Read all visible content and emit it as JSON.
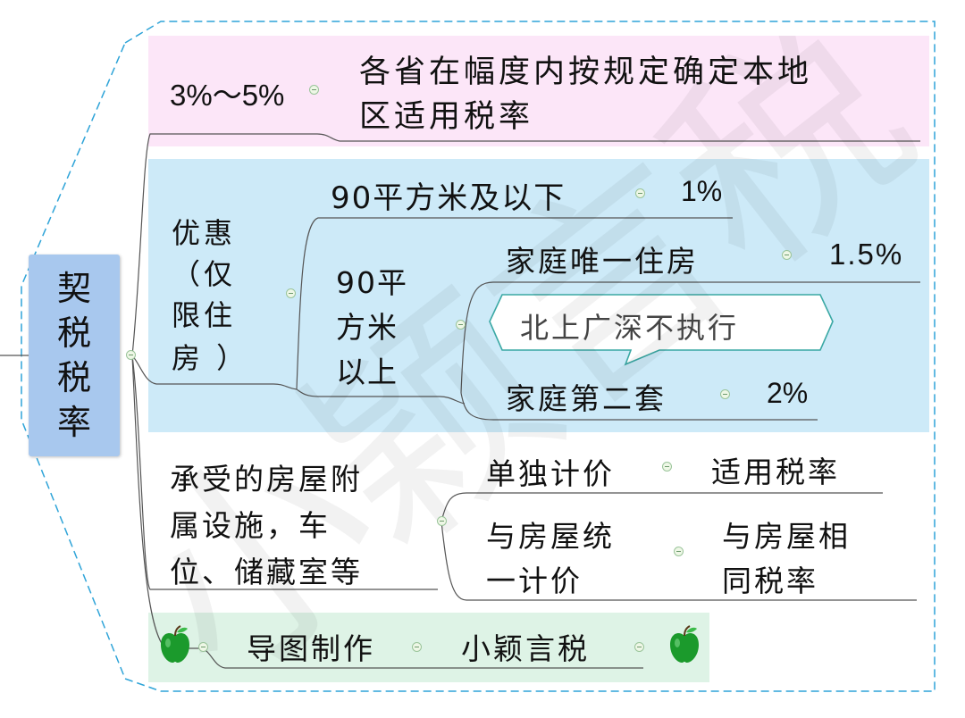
{
  "root": {
    "label_chars": [
      "契",
      "税",
      "税",
      "率"
    ]
  },
  "branches": {
    "rate_range": {
      "label": "3%～5%",
      "desc_line1": "各省在幅度内按规定确定本地",
      "desc_line2": "区适用税率"
    },
    "preferential": {
      "label_lines": [
        "优惠",
        "（仅",
        "限住",
        "房 ）"
      ],
      "under90": {
        "label": "90平方米及以下",
        "rate": "1%"
      },
      "over90": {
        "label_lines": [
          "90平",
          "方米",
          "以上"
        ],
        "only_house": {
          "label": "家庭唯一住房",
          "rate": "1.5%"
        },
        "note": "北上广深不执行",
        "second_house": {
          "label": "家庭第二套",
          "rate": "2%"
        }
      }
    },
    "attached": {
      "label_lines": [
        "承受的房屋附",
        "属设施，车",
        "位、储藏室等"
      ],
      "separate": {
        "label": "单独计价",
        "rate": "适用税率"
      },
      "unified": {
        "label_lines": [
          "与房屋统",
          "一计价"
        ],
        "rate_lines": [
          "与房屋相",
          "同税率"
        ]
      }
    },
    "credit": {
      "label": "导图制作",
      "author": "小颖言税"
    }
  },
  "watermark_text": "小颖言税",
  "colors": {
    "pink_bg": "#fce6f8",
    "blue_bg": "#cdeaf8",
    "green_bg": "#def3e6",
    "root_bg": "#a8c8ee",
    "line": "#555555",
    "frame": "#2fa4d8",
    "note_border": "#3aa8a4"
  },
  "icons": {
    "collapse": "minus-circle-icon",
    "apple": "apple-icon"
  }
}
